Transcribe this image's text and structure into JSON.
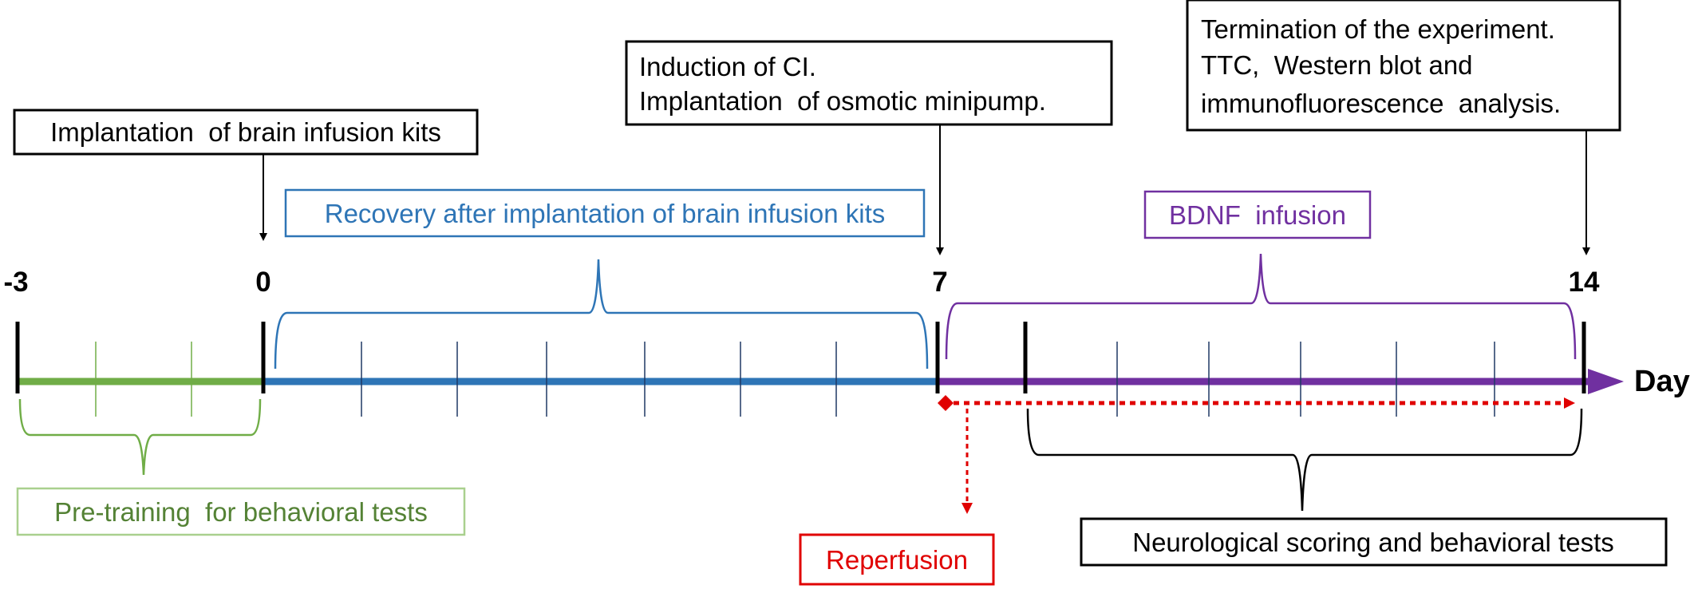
{
  "axis": {
    "unit_label": "Day",
    "day_labels": [
      "-3",
      "0",
      "7",
      "14"
    ]
  },
  "boxes": {
    "implantation_kits": "Implantation  of brain infusion kits",
    "induction_ci": [
      "Induction of CI.",
      "Implantation  of osmotic minipump."
    ],
    "termination": [
      "Termination of the experiment.",
      "TTC,  Western blot and",
      "immunofluorescence  analysis."
    ],
    "recovery": "Recovery after implantation of brain infusion kits",
    "bdnf": "BDNF  infusion",
    "pretraining": "Pre-training  for behavioral tests",
    "reperfusion": "Reperfusion",
    "neuro": "Neurological scoring and behavioral tests"
  },
  "colors": {
    "pretraining_green": "#70AD47",
    "recovery_blue": "#2E75B6",
    "bdnf_purple": "#7030A0",
    "reperfusion_red": "#E00000",
    "black": "#000000"
  }
}
